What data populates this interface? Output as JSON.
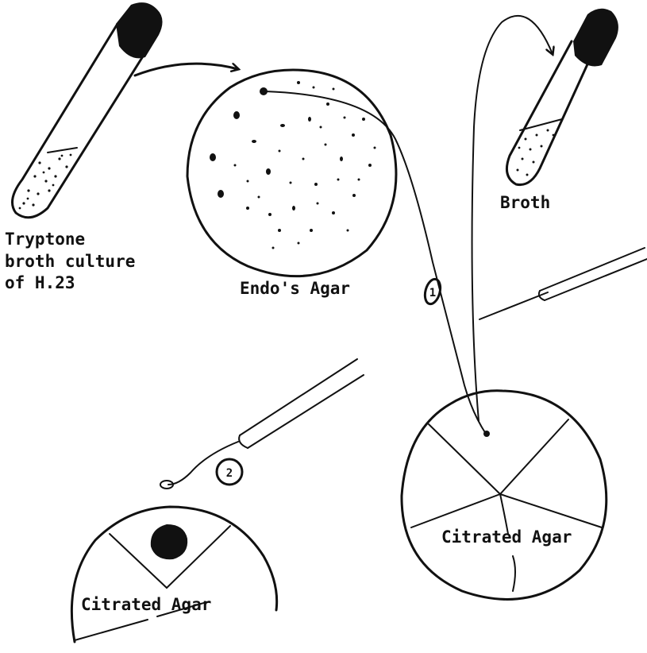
{
  "labels": {
    "tube_caption_line1": "Tryptone",
    "tube_caption_line2": "broth culture",
    "tube_caption_line3": "of H.23",
    "endo_plate": "Endo's Agar",
    "broth_tube": "Broth",
    "citrated_plate_right": "Citrated Agar",
    "citrated_plate_left": "Citrated Agar"
  },
  "loop_markers": {
    "first": "1",
    "second": "2"
  },
  "colors": {
    "ink": "#111111",
    "paper": "#ffffff"
  }
}
